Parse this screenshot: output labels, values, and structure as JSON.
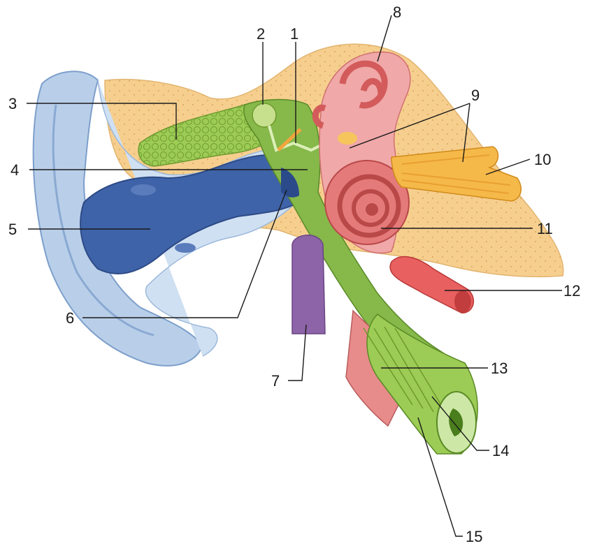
{
  "diagram": {
    "labels": [
      {
        "id": "1",
        "text": "1"
      },
      {
        "id": "2",
        "text": "2"
      },
      {
        "id": "3",
        "text": "3"
      },
      {
        "id": "4",
        "text": "4"
      },
      {
        "id": "5",
        "text": "5"
      },
      {
        "id": "6",
        "text": "6"
      },
      {
        "id": "7",
        "text": "7"
      },
      {
        "id": "8",
        "text": "8"
      },
      {
        "id": "9",
        "text": "9"
      },
      {
        "id": "10",
        "text": "10"
      },
      {
        "id": "11",
        "text": "11"
      },
      {
        "id": "12",
        "text": "12"
      },
      {
        "id": "13",
        "text": "13"
      },
      {
        "id": "14",
        "text": "14"
      },
      {
        "id": "15",
        "text": "15"
      }
    ]
  }
}
